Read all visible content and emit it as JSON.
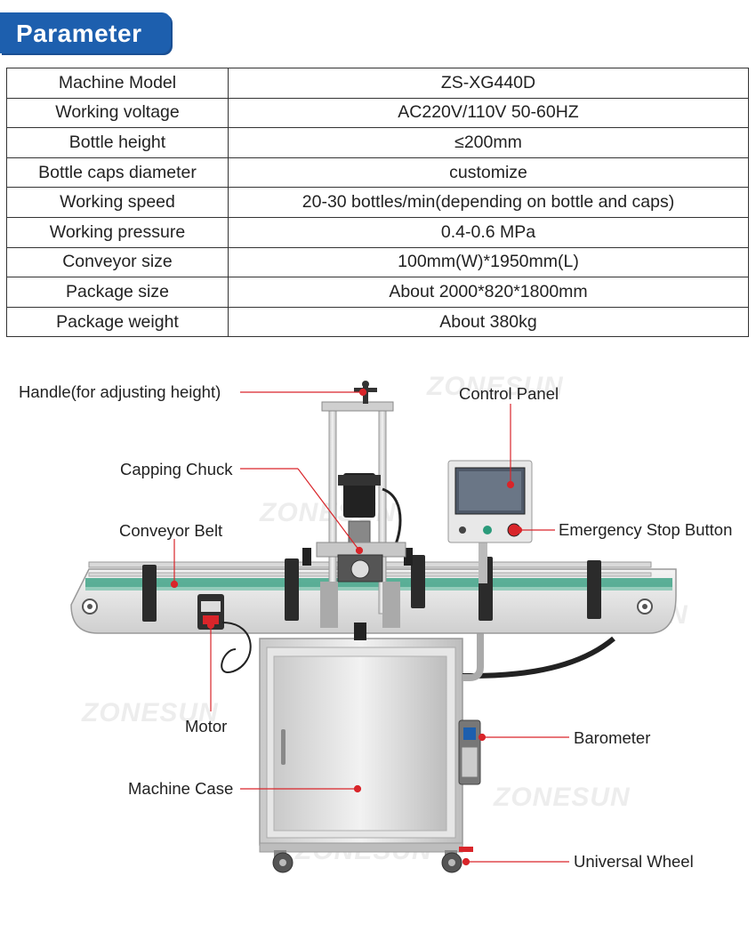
{
  "header": {
    "title": "Parameter"
  },
  "params": [
    {
      "key": "Machine Model",
      "value": "ZS-XG440D"
    },
    {
      "key": "Working voltage",
      "value": "AC220V/110V 50-60HZ"
    },
    {
      "key": "Bottle height",
      "value": "≤200mm"
    },
    {
      "key": "Bottle caps diameter",
      "value": "customize"
    },
    {
      "key": "Working speed",
      "value": "20-30 bottles/min(depending on bottle and caps)"
    },
    {
      "key": "Working pressure",
      "value": "0.4-0.6 MPa"
    },
    {
      "key": "Conveyor size",
      "value": "100mm(W)*1950mm(L)"
    },
    {
      "key": "Package size",
      "value": "About 2000*820*1800mm"
    },
    {
      "key": "Package weight",
      "value": "About 380kg"
    }
  ],
  "callouts": {
    "handle": "Handle(for adjusting height)",
    "control_panel": "Control Panel",
    "capping_chuck": "Capping Chuck",
    "conveyor_belt": "Conveyor Belt",
    "emergency_stop": "Emergency Stop Button",
    "motor": "Motor",
    "barometer": "Barometer",
    "machine_case": "Machine Case",
    "universal_wheel": "Universal Wheel"
  },
  "watermark": "ZONESUN",
  "colors": {
    "header_blue": "#1d5fae",
    "callout_red": "#d9252a",
    "conveyor_green": "#2a9a7a"
  }
}
